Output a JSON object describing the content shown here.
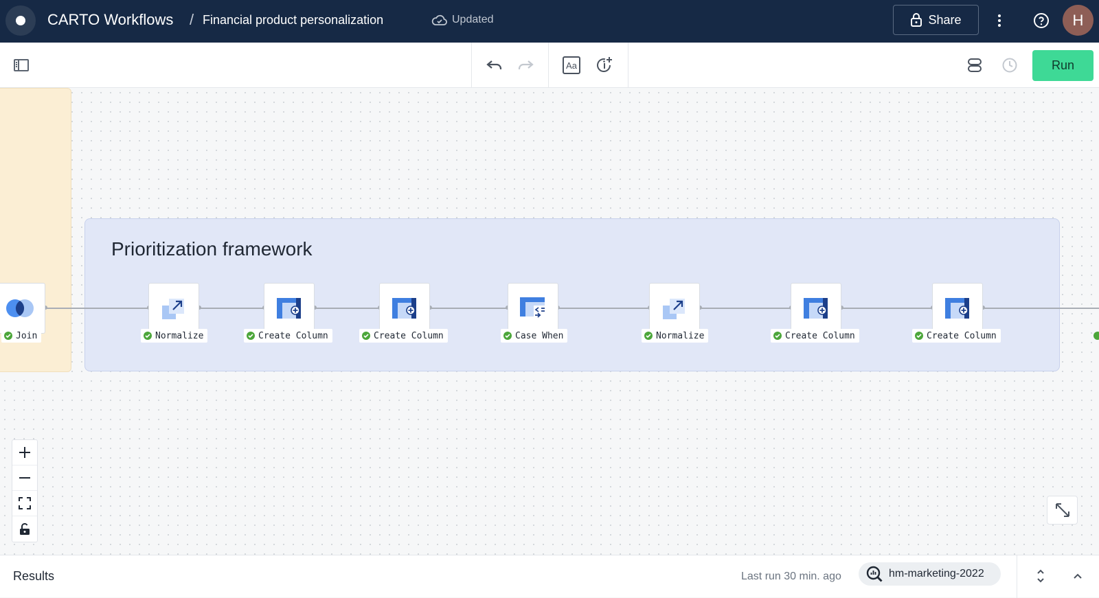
{
  "header": {
    "brand": "CARTO Workflows",
    "separator": "/",
    "title": "Financial product personalization",
    "status": "Updated",
    "share_label": "Share",
    "avatar_initial": "H"
  },
  "toolbar": {
    "run_label": "Run"
  },
  "canvas": {
    "group_title": "Prioritization framework",
    "nodes": [
      {
        "label": "Join",
        "type": "join"
      },
      {
        "label": "Normalize",
        "type": "normalize"
      },
      {
        "label": "Create Column",
        "type": "create-column"
      },
      {
        "label": "Create Column",
        "type": "create-column"
      },
      {
        "label": "Case When",
        "type": "case-when"
      },
      {
        "label": "Normalize",
        "type": "normalize"
      },
      {
        "label": "Create Column",
        "type": "create-column"
      },
      {
        "label": "Create Column",
        "type": "create-column"
      }
    ]
  },
  "footer": {
    "results_label": "Results",
    "last_run": "Last run 30 min. ago",
    "connection": "hm-marketing-2022"
  },
  "colors": {
    "header_bg": "#162945",
    "run_button": "#3ed996",
    "group_bg": "#e1e7f7",
    "left_group_bg": "#fbeed4",
    "status_ok": "#4ca63a",
    "node_icon_blue": "#3f7fe0"
  }
}
